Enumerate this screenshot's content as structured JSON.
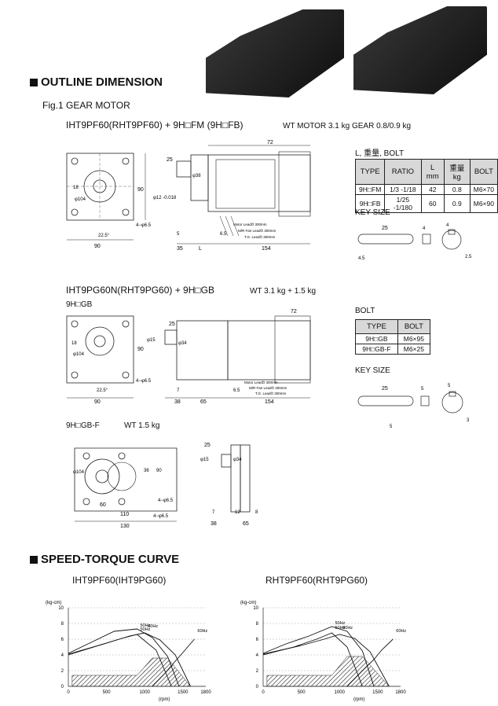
{
  "sections": {
    "outline": "OUTLINE DIMENSION",
    "fig1": "Fig.1 GEAR MOTOR",
    "speed_torque": "SPEED-TORQUE CURVE"
  },
  "model1": {
    "title": "IHT9PF60(RHT9PF60) + 9H□FM (9H□FB)",
    "weight": "WT MOTOR 3.1 kg GEAR 0.8/0.9 kg",
    "dims": {
      "d72": "72",
      "d25": "25",
      "d90": "90",
      "d18": "18",
      "d104": "φ104",
      "d12": "φ12 -0.018",
      "d38": "φ38",
      "d65": "4−φ6.5",
      "d225": "22.5°",
      "d5": "5",
      "d65b": "6.5",
      "d90b": "90",
      "d35": "35",
      "dL": "L",
      "d154": "154",
      "lead1": "Motor LeadÖ 300mm",
      "lead2": "M/R Fan LeadÖ 300mm",
      "lead3": "T.G. LeadÖ 300mm"
    },
    "table_title": "L, 重量, BOLT",
    "table_headers": [
      "TYPE",
      "RATIO",
      "L mm",
      "重量 kg",
      "BOLT"
    ],
    "table_rows": [
      [
        "9H□FM",
        "1/3 -1/18",
        "42",
        "0.8",
        "M6×70"
      ],
      [
        "9H□FB",
        "1/25 -1/180",
        "60",
        "0.9",
        "M6×90"
      ]
    ],
    "key_size": "KEY SIZE",
    "key_dims": {
      "k25": "25",
      "k4a": "4",
      "k4b": "4",
      "k45": "4.5",
      "k25b": "2.5"
    }
  },
  "model2": {
    "title": "IHT9PG60N(RHT9PG60) + 9H□GB",
    "weight": "WT 3.1 kg + 1.5 kg",
    "sub": "9H□GB",
    "dims": {
      "d72": "72",
      "d25": "25",
      "d15": "φ15",
      "d34": "φ34",
      "d18": "18",
      "d104": "φ104",
      "d90": "90",
      "d65": "4−φ6.5",
      "d225": "22.5°",
      "d90b": "90",
      "d7": "7",
      "d65b": "6.5",
      "d38": "38",
      "d65c": "65",
      "d154": "154",
      "lead1": "Motor LeadÖ 300mm",
      "lead2": "M/R Fan LeadÖ 300mm",
      "lead3": "T.G. LeadÖ 300mm"
    },
    "bolt_title": "BOLT",
    "bolt_headers": [
      "TYPE",
      "BOLT"
    ],
    "bolt_rows": [
      [
        "9H□GB",
        "M6×95"
      ],
      [
        "9H□GB-F",
        "M6×25"
      ]
    ],
    "key_size": "KEY SIZE",
    "key_dims": {
      "k25": "25",
      "k5a": "5",
      "k5b": "5",
      "k5c": "5",
      "k3": "3"
    }
  },
  "model3": {
    "title": "9H□GB-F",
    "weight": "WT 1.5 kg",
    "dims": {
      "d104": "φ104",
      "d36": "36",
      "d90": "90",
      "d60": "60",
      "d65": "4−φ6.5",
      "d110": "110",
      "d65b": "4−φ6.5",
      "d130": "130",
      "d15": "φ15",
      "d34": "φ34",
      "d25": "25",
      "d7": "7",
      "d12": "12",
      "d8": "8",
      "d38": "38",
      "d65c": "65"
    }
  },
  "chart_data": [
    {
      "type": "line",
      "title": "IHT9PF60(IHT9PG60)",
      "xlabel": "(rpm)",
      "ylabel": "(kg-cm)",
      "xlim": [
        0,
        1800
      ],
      "ylim": [
        0,
        10
      ],
      "xticks": [
        0,
        500,
        1000,
        1500,
        1800
      ],
      "yticks": [
        0,
        2,
        4,
        6,
        8,
        10
      ],
      "grid": true,
      "series": [
        {
          "name": "50Hz",
          "x": [
            0,
            300,
            600,
            900,
            1100,
            1300,
            1450
          ],
          "y": [
            4.2,
            5.6,
            7.0,
            7.3,
            6.2,
            3.8,
            0.0
          ]
        },
        {
          "name": "50Hz",
          "x": [
            0,
            400,
            700,
            900,
            1150,
            1350
          ],
          "y": [
            4.0,
            5.2,
            6.1,
            6.6,
            4.6,
            0.0
          ]
        },
        {
          "name": "60Hz",
          "x": [
            0,
            500,
            800,
            1000,
            1200,
            1400,
            1600
          ],
          "y": [
            4.1,
            5.5,
            6.4,
            6.8,
            5.9,
            4.0,
            0.0
          ]
        },
        {
          "name": "60Hz",
          "x": [
            1100,
            1250,
            1400,
            1500,
            1650
          ],
          "y": [
            0.0,
            1.5,
            3.2,
            4.3,
            6.0
          ]
        }
      ],
      "areas": [
        {
          "x": [
            50,
            900,
            1100,
            1300,
            1600,
            1600,
            50
          ],
          "y": [
            1.4,
            1.4,
            3.6,
            3.6,
            0.0,
            0.0,
            0.0
          ]
        }
      ]
    },
    {
      "type": "line",
      "title": "RHT9PF60(RHT9PG60)",
      "xlabel": "(rpm)",
      "ylabel": "(kg-cm)",
      "xlim": [
        0,
        1800
      ],
      "ylim": [
        0,
        10
      ],
      "xticks": [
        0,
        500,
        1000,
        1500,
        1800
      ],
      "yticks": [
        0,
        2,
        4,
        6,
        8,
        10
      ],
      "grid": true,
      "series": [
        {
          "name": "50Hz",
          "x": [
            0,
            300,
            600,
            900,
            1100,
            1300,
            1450
          ],
          "y": [
            4.2,
            5.4,
            6.4,
            7.6,
            7.0,
            4.5,
            0.0
          ]
        },
        {
          "name": "50Hz",
          "x": [
            0,
            400,
            700,
            900,
            1100,
            1300
          ],
          "y": [
            4.0,
            5.0,
            6.0,
            6.8,
            5.0,
            0.0
          ]
        },
        {
          "name": "60Hz",
          "x": [
            0,
            500,
            800,
            1000,
            1200,
            1400,
            1650
          ],
          "y": [
            4.1,
            5.2,
            6.0,
            6.6,
            6.1,
            4.4,
            0.0
          ]
        },
        {
          "name": "60Hz",
          "x": [
            1100,
            1300,
            1450,
            1550,
            1700
          ],
          "y": [
            0.0,
            2.0,
            3.4,
            4.6,
            6.0
          ]
        }
      ],
      "areas": [
        {
          "x": [
            50,
            900,
            1100,
            1300,
            1650,
            1650,
            50
          ],
          "y": [
            1.4,
            1.4,
            3.8,
            3.8,
            0.0,
            0.0,
            0.0
          ]
        }
      ]
    }
  ]
}
